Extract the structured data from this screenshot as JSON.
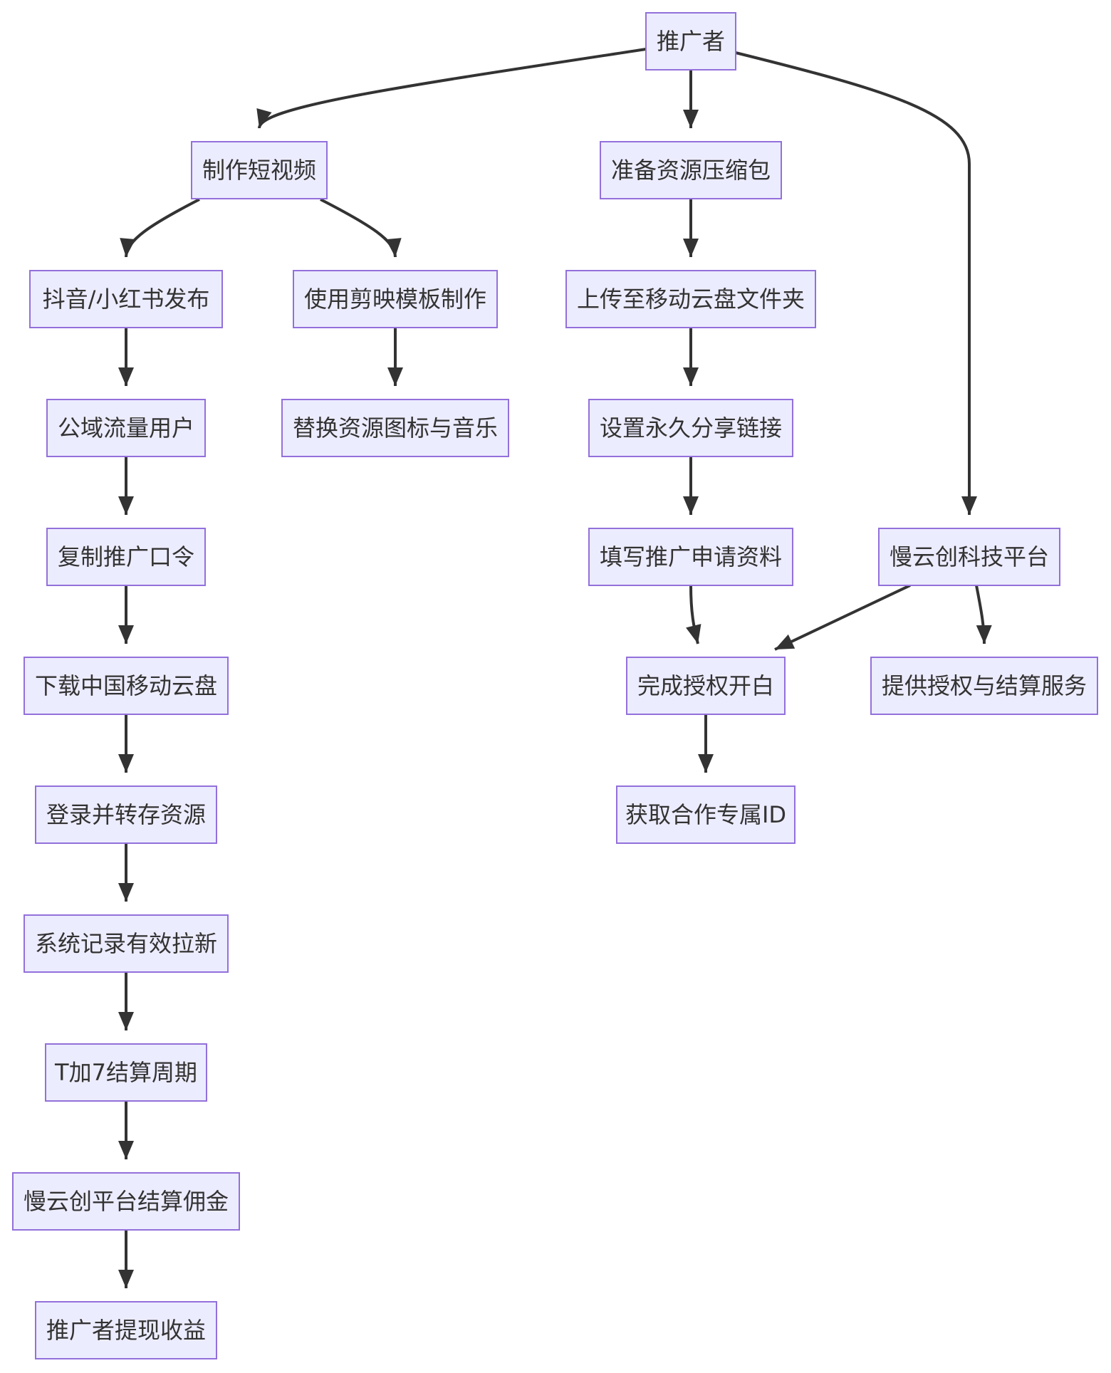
{
  "nodes": [
    {
      "id": "promoter",
      "label": "推广者"
    },
    {
      "id": "make_video",
      "label": "制作短视频"
    },
    {
      "id": "prepare_pkg",
      "label": "准备资源压缩包"
    },
    {
      "id": "publish",
      "label": "抖音/小红书发布"
    },
    {
      "id": "jianying",
      "label": "使用剪映模板制作"
    },
    {
      "id": "upload",
      "label": "上传至移动云盘文件夹"
    },
    {
      "id": "public_users",
      "label": "公域流量用户"
    },
    {
      "id": "replace_assets",
      "label": "替换资源图标与音乐"
    },
    {
      "id": "share_link",
      "label": "设置永久分享链接"
    },
    {
      "id": "copy_code",
      "label": "复制推广口令"
    },
    {
      "id": "fill_form",
      "label": "填写推广申请资料"
    },
    {
      "id": "platform",
      "label": "慢云创科技平台"
    },
    {
      "id": "download_app",
      "label": "下载中国移动云盘"
    },
    {
      "id": "whitelist",
      "label": "完成授权开白"
    },
    {
      "id": "auth_service",
      "label": "提供授权与结算服务"
    },
    {
      "id": "login_save",
      "label": "登录并转存资源"
    },
    {
      "id": "partner_id",
      "label": "获取合作专属ID"
    },
    {
      "id": "record",
      "label": "系统记录有效拉新"
    },
    {
      "id": "cycle",
      "label": "T加7结算周期"
    },
    {
      "id": "commission",
      "label": "慢云创平台结算佣金"
    },
    {
      "id": "withdraw",
      "label": "推广者提现收益"
    }
  ],
  "edges": [
    {
      "from": "promoter",
      "to": "make_video"
    },
    {
      "from": "promoter",
      "to": "prepare_pkg"
    },
    {
      "from": "promoter",
      "to": "platform"
    },
    {
      "from": "make_video",
      "to": "publish"
    },
    {
      "from": "make_video",
      "to": "jianying"
    },
    {
      "from": "prepare_pkg",
      "to": "upload"
    },
    {
      "from": "publish",
      "to": "public_users"
    },
    {
      "from": "jianying",
      "to": "replace_assets"
    },
    {
      "from": "upload",
      "to": "share_link"
    },
    {
      "from": "public_users",
      "to": "copy_code"
    },
    {
      "from": "share_link",
      "to": "fill_form"
    },
    {
      "from": "copy_code",
      "to": "download_app"
    },
    {
      "from": "fill_form",
      "to": "whitelist"
    },
    {
      "from": "platform",
      "to": "whitelist"
    },
    {
      "from": "platform",
      "to": "auth_service"
    },
    {
      "from": "download_app",
      "to": "login_save"
    },
    {
      "from": "whitelist",
      "to": "partner_id"
    },
    {
      "from": "login_save",
      "to": "record"
    },
    {
      "from": "record",
      "to": "cycle"
    },
    {
      "from": "cycle",
      "to": "commission"
    },
    {
      "from": "commission",
      "to": "withdraw"
    }
  ]
}
